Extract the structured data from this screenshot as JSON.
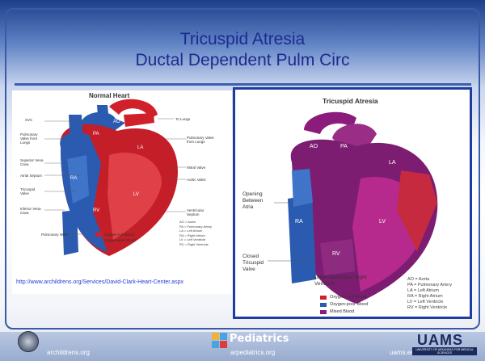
{
  "title": {
    "line1": "Tricuspid Atresia",
    "line2": "Ductal Dependent Pulm Circ"
  },
  "left_figure": {
    "heading": "Normal Heart",
    "labels_left": [
      "SVC",
      "Pulmonary Valve from Lungs",
      "Superior Vena Cava",
      "Atrial Septum",
      "Tricuspid Valve",
      "Inferior Vena Cava",
      "Pulmonary Valve"
    ],
    "labels_right": [
      "To Lungs",
      "Pulmonary Valve from Lungs",
      "Mitral Valve",
      "Aortic Valve",
      "Ventricular Septum"
    ],
    "chamber_labels": [
      "AO",
      "PA",
      "LA",
      "RA",
      "LV",
      "RV"
    ],
    "abbreviations": [
      "AO = Aorta",
      "PA = Pulmonary Artery",
      "LA = Left Atrium",
      "RA = Right Atrium",
      "LV = Left Ventricle",
      "RV = Right Ventricle"
    ],
    "legend": [
      {
        "label": "Oxygen-rich Blood",
        "color": "#d0202a"
      },
      {
        "label": "Oxygen-poor Blood",
        "color": "#2a5bb0"
      }
    ],
    "source_url": "http://www.archildrens.org/Services/David-Clark-Heart-Center.aspx"
  },
  "right_figure": {
    "heading": "Tricuspid Atresia",
    "labels": [
      "Opening Between Atria",
      "Closed Tricuspid Valve",
      "Underdeveloped Right Ventricle"
    ],
    "chamber_labels": [
      "AO",
      "PA",
      "LA",
      "RA",
      "LV",
      "RV"
    ],
    "abbreviations": [
      "AO = Aorta",
      "PA = Pulmonary Artery",
      "LA = Left Atrium",
      "RA = Right Atrium",
      "LV = Left Ventricle",
      "RV = Right Ventricle"
    ],
    "legend": [
      {
        "label": "Oxygen-rich Blood",
        "color": "#d0202a"
      },
      {
        "label": "Oxygen-poor Blood",
        "color": "#2a5bb0"
      },
      {
        "label": "Mixed Blood",
        "color": "#8b1c7c"
      }
    ]
  },
  "footer": {
    "left": "archildrens.org",
    "center_logo": "Pediatrics",
    "center": "arpediatrics.org",
    "right": "uams.edu",
    "uams_logo": "UAMS",
    "uams_sub": "UNIVERSITY OF ARKANSAS FOR MEDICAL SCIENCES"
  },
  "colors": {
    "title": "#1c2b8f",
    "oxygen_rich": "#d0202a",
    "oxygen_poor": "#2a5bb0",
    "mixed": "#8b1c7c"
  }
}
